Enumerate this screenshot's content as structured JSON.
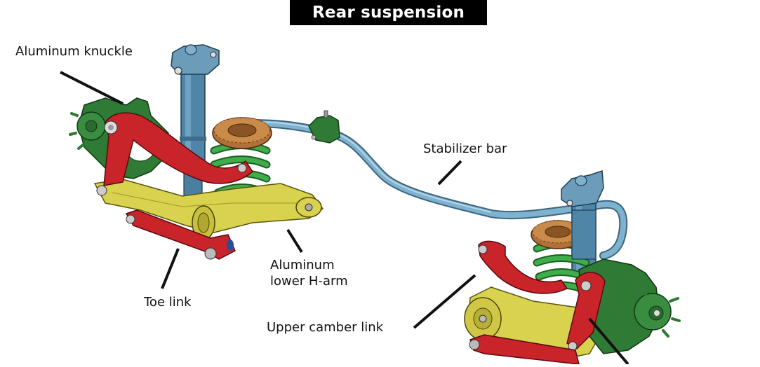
{
  "title": "Rear suspension",
  "labels": {
    "aluminum_knuckle": "Aluminum knuckle",
    "stabilizer_bar": "Stabilizer bar",
    "toe_link": "Toe link",
    "lower_h_arm_line1": "Aluminum",
    "lower_h_arm_line2": "lower H-arm",
    "upper_camber_link": "Upper camber link"
  },
  "component_colors": {
    "knuckle": "#2e7d32",
    "damper": "#5b8fb0",
    "stabilizer_bar": "#6aa0c0",
    "spring": "#3aa845",
    "spring_seat": "#b8763a",
    "camber_link": "#c8242a",
    "toe_link": "#c8242a",
    "h_arm": "#d8d24a",
    "title_bg": "#000000",
    "title_text": "#ffffff"
  }
}
